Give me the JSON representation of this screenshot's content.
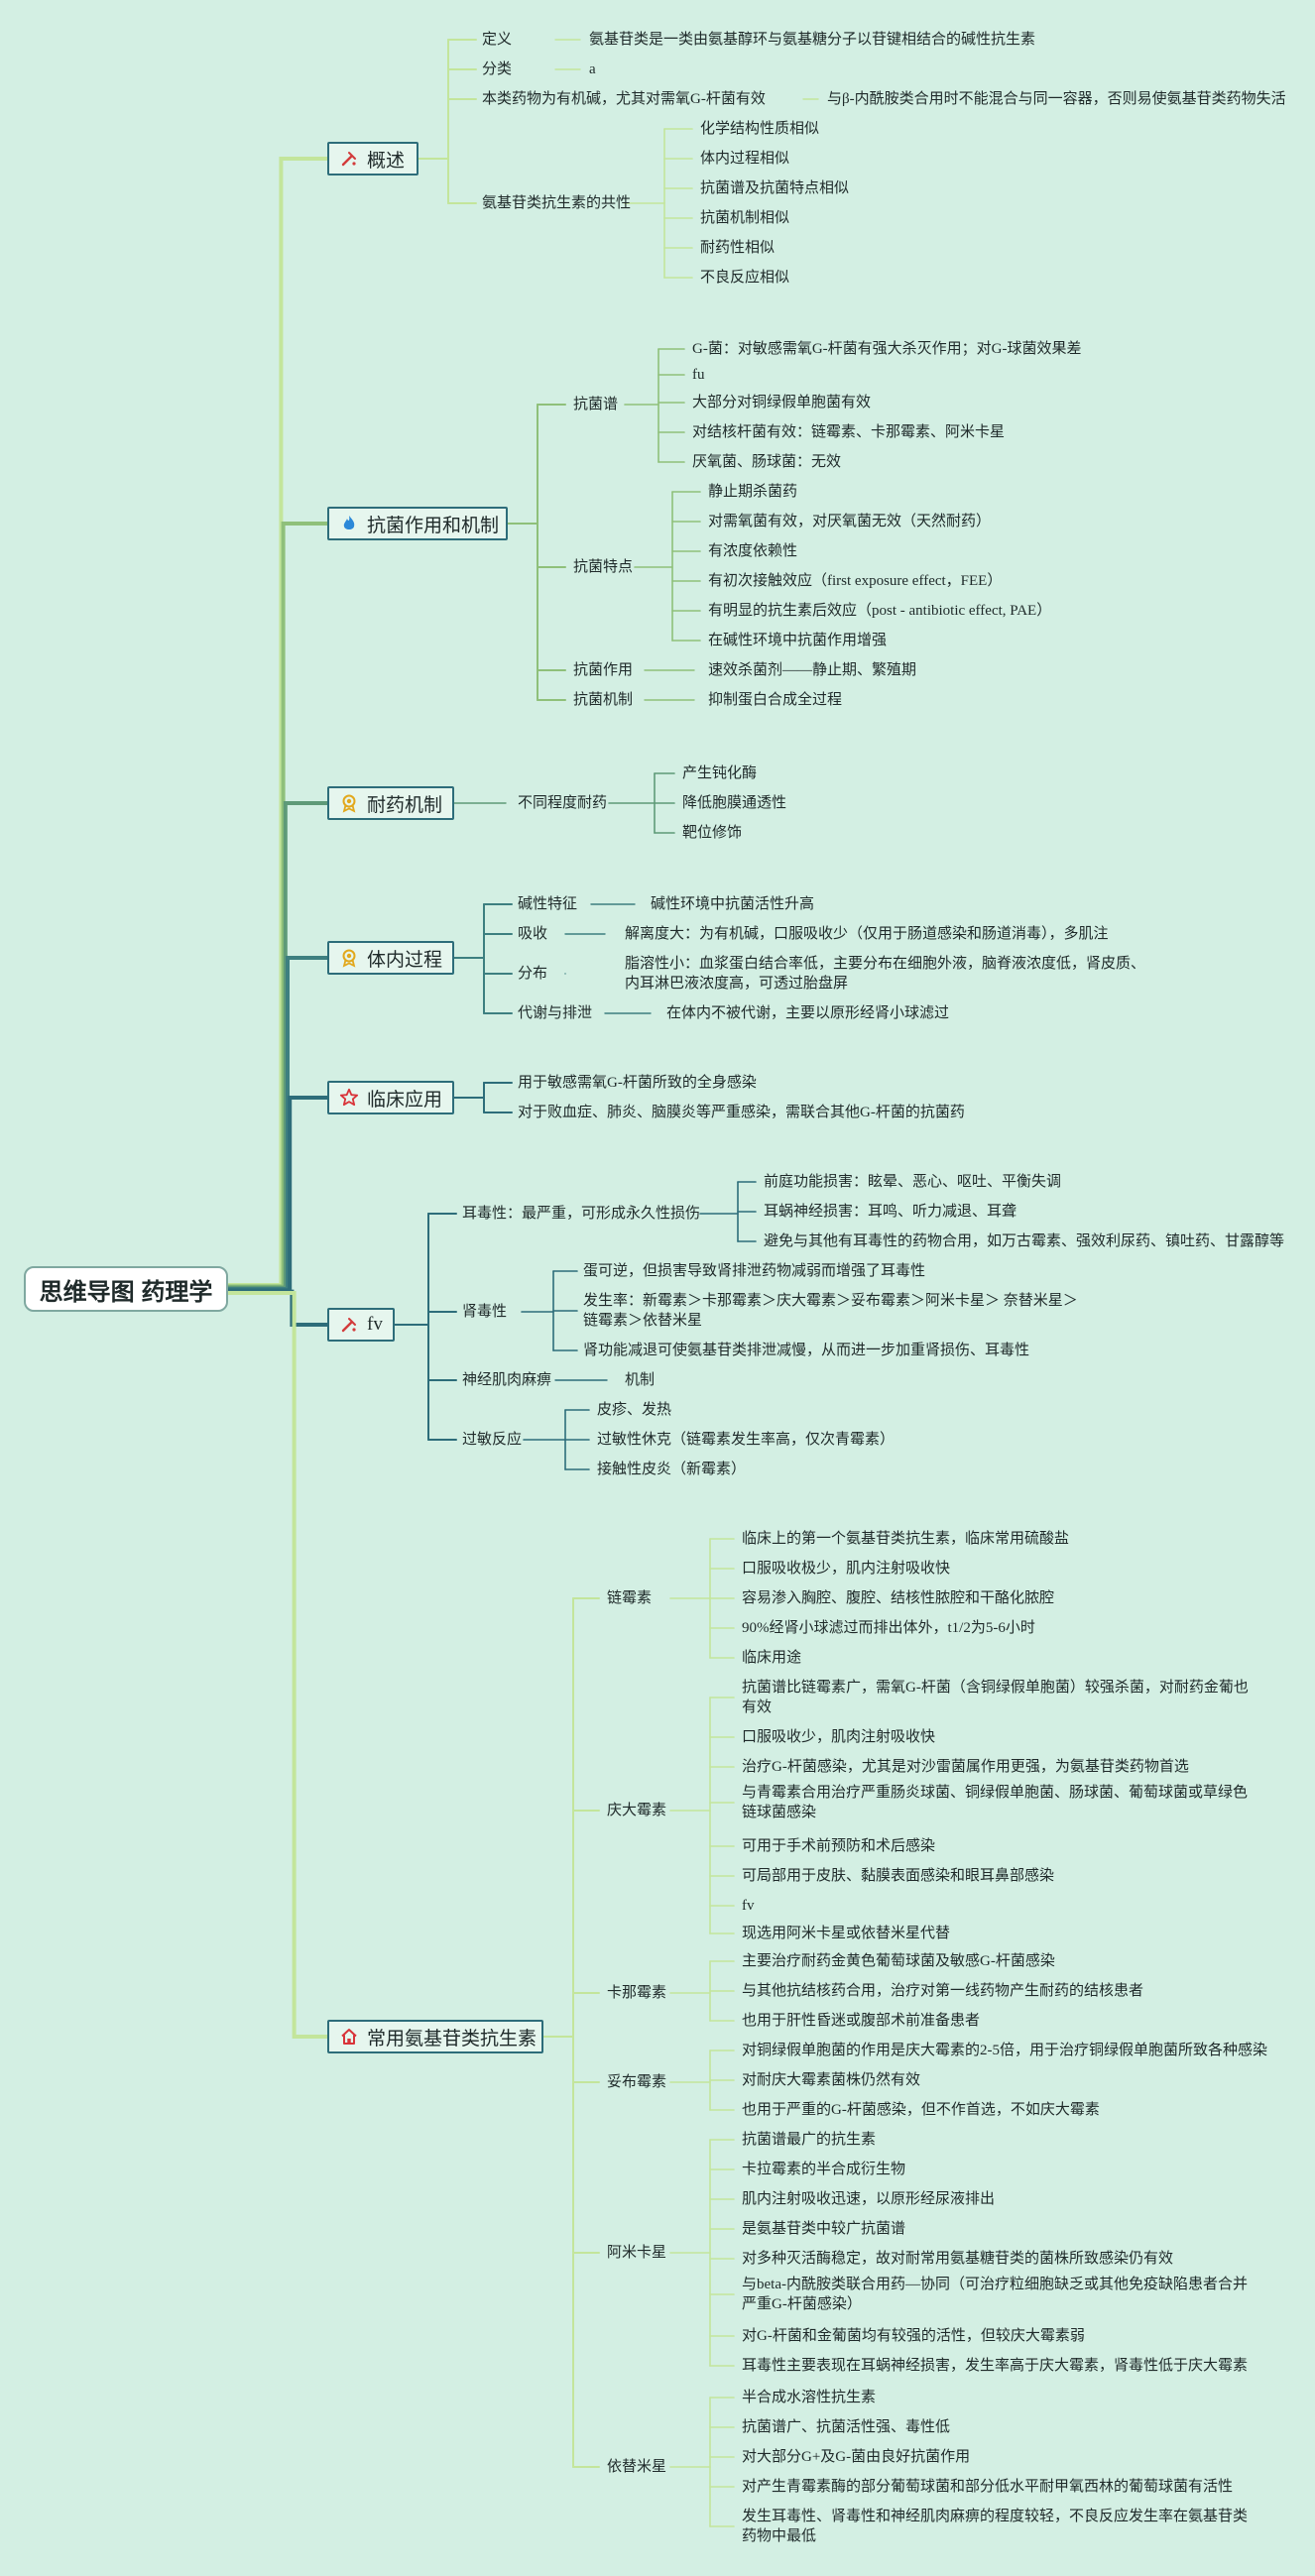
{
  "root": {
    "label": "思维导图 药理学"
  },
  "colors": {
    "background": "#d3efe3",
    "branch_dark": "#2d6d7a",
    "branch_light": "#b8e08a",
    "branch_mid": "#5c9a7c",
    "text": "#1f2a2a"
  },
  "sections": {
    "s1": {
      "title": "概述",
      "icon": "tools-icon",
      "defn": {
        "label": "定义",
        "text": "氨基苷类是一类由氨基醇环与氨基糖分子以苷键相结合的碱性抗生素"
      },
      "cls": {
        "label": "分类",
        "text": "a"
      },
      "note": {
        "label": "本类药物为有机碱，尤其对需氧G-杆菌有效",
        "text": "与β-内酰胺类合用时不能混合与同一容器，否则易使氨基苷类药物失活"
      },
      "common": {
        "label": "氨基苷类抗生素的共性",
        "items": [
          "化学结构性质相似",
          "体内过程相似",
          "抗菌谱及抗菌特点相似",
          "抗菌机制相似",
          "耐药性相似",
          "不良反应相似"
        ]
      }
    },
    "s2": {
      "title": "抗菌作用和机制",
      "icon": "fire-icon",
      "spectrum": {
        "label": "抗菌谱",
        "items": [
          "G-菌：对敏感需氧G-杆菌有强大杀灭作用；对G-球菌效果差",
          "fu",
          "大部分对铜绿假单胞菌有效",
          "对结核杆菌有效：链霉素、卡那霉素、阿米卡星",
          "厌氧菌、肠球菌：无效"
        ]
      },
      "features": {
        "label": "抗菌特点",
        "items": [
          "静止期杀菌药",
          "对需氧菌有效，对厌氧菌无效（天然耐药）",
          "有浓度依赖性",
          "有初次接触效应（first exposure effect，FEE）",
          "有明显的抗生素后效应（post - antibiotic effect, PAE）",
          "在碱性环境中抗菌作用增强"
        ]
      },
      "action": {
        "label": "抗菌作用",
        "text": "速效杀菌剂——静止期、繁殖期"
      },
      "mech": {
        "label": "抗菌机制",
        "text": "抑制蛋白合成全过程"
      }
    },
    "s3": {
      "title": "耐药机制",
      "icon": "badge-icon",
      "deg": {
        "label": "不同程度耐药",
        "items": [
          "产生钝化酶",
          "降低胞膜通透性",
          "靶位修饰"
        ]
      }
    },
    "s4": {
      "title": "体内过程",
      "icon": "badge-icon",
      "basic": {
        "label": "碱性特征",
        "text": "碱性环境中抗菌活性升高"
      },
      "absorb": {
        "label": "吸收",
        "text": "解离度大：为有机碱，口服吸收少（仅用于肠道感染和肠道消毒），多肌注"
      },
      "dist": {
        "label": "分布",
        "l1": "脂溶性小：血浆蛋白结合率低，主要分布在细胞外液，脑脊液浓度低，肾皮质、",
        "l2": "内耳淋巴液浓度高，可透过胎盘屏"
      },
      "metab": {
        "label": "代谢与排泄",
        "text": "在体内不被代谢，主要以原形经肾小球滤过"
      }
    },
    "s5": {
      "title": "临床应用",
      "icon": "star-icon",
      "items": [
        "用于敏感需氧G-杆菌所致的全身感染",
        "对于败血症、肺炎、脑膜炎等严重感染，需联合其他G-杆菌的抗菌药"
      ]
    },
    "s6": {
      "title": "fv",
      "icon": "tools-icon",
      "ear": {
        "label": "耳毒性：最严重，可形成永久性损伤",
        "items": [
          "前庭功能损害：眩晕、恶心、呕吐、平衡失调",
          "耳蜗神经损害：耳鸣、听力减退、耳聋",
          "避免与其他有耳毒性的药物合用，如万古霉素、强效利尿药、镇吐药、甘露醇等"
        ]
      },
      "kidney": {
        "label": "肾毒性",
        "items": [
          "蛋可逆，但损害导致肾排泄药物减弱而增强了耳毒性",
          "发生率：新霉素＞卡那霉素＞庆大霉素＞妥布霉素＞阿米卡星＞ 奈替米星＞链霉素＞依替米星",
          "肾功能减退可使氨基苷类排泄减慢，从而进一步加重肾损伤、耳毒性"
        ]
      },
      "neuro": {
        "label": "神经肌肉麻痹",
        "text": "机制"
      },
      "allergy": {
        "label": "过敏反应",
        "items": [
          "皮疹、发热",
          "过敏性休克（链霉素发生率高，仅次青霉素）",
          "接触性皮炎（新霉素）"
        ]
      }
    },
    "s7": {
      "title": "常用氨基苷类抗生素",
      "icon": "home-icon",
      "strep": {
        "label": "链霉素",
        "items": [
          "临床上的第一个氨基苷类抗生素，临床常用硫酸盐",
          "口服吸收极少，肌内注射吸收快",
          "容易渗入胸腔、腹腔、结核性脓腔和干酪化脓腔",
          "90%经肾小球滤过而排出体外，t1/2为5-6小时",
          "临床用途"
        ]
      },
      "genta": {
        "label": "庆大霉素",
        "items": [
          "抗菌谱比链霉素广，需氧G-杆菌（含铜绿假单胞菌）较强杀菌，对耐药金葡也有效",
          "口服吸收少，肌肉注射吸收快",
          "治疗G-杆菌感染，尤其是对沙雷菌属作用更强，为氨基苷类药物首选",
          "与青霉素合用治疗严重肠炎球菌、铜绿假单胞菌、肠球菌、葡萄球菌或草绿色链球菌感染",
          "可用于手术前预防和术后感染",
          "可局部用于皮肤、黏膜表面感染和眼耳鼻部感染",
          "fv",
          "现选用阿米卡星或依替米星代替"
        ]
      },
      "kana": {
        "label": "卡那霉素",
        "items": [
          "主要治疗耐药金黄色葡萄球菌及敏感G-杆菌感染",
          "与其他抗结核药合用，治疗对第一线药物产生耐药的结核患者",
          "也用于肝性昏迷或腹部术前准备患者"
        ]
      },
      "tobra": {
        "label": "妥布霉素",
        "items": [
          "对铜绿假单胞菌的作用是庆大霉素的2-5倍，用于治疗铜绿假单胞菌所致各种感染",
          "对耐庆大霉素菌株仍然有效",
          "也用于严重的G-杆菌感染，但不作首选，不如庆大霉素"
        ]
      },
      "amik": {
        "label": "阿米卡星",
        "items": [
          "抗菌谱最广的抗生素",
          "卡拉霉素的半合成衍生物",
          "肌内注射吸收迅速，以原形经尿液排出",
          "是氨基苷类中较广抗菌谱",
          "对多种灭活酶稳定，故对耐常用氨基糖苷类的菌株所致感染仍有效",
          "与beta-内酰胺类联合用药—协同（可治疗粒细胞缺乏或其他免疫缺陷患者合并严重G-杆菌感染）",
          "对G-杆菌和金葡菌均有较强的活性，但较庆大霉素弱",
          "耳毒性主要表现在耳蜗神经损害，发生率高于庆大霉素，肾毒性低于庆大霉素"
        ]
      },
      "etim": {
        "label": "依替米星",
        "items": [
          "半合成水溶性抗生素",
          "抗菌谱广、抗菌活性强、毒性低",
          "对大部分G+及G-菌由良好抗菌作用",
          "对产生青霉素酶的部分葡萄球菌和部分低水平耐甲氧西林的葡萄球菌有活性",
          "发生耳毒性、肾毒性和神经肌肉麻痹的程度较轻，不良反应发生率在氨基苷类药物中最低"
        ]
      }
    }
  }
}
